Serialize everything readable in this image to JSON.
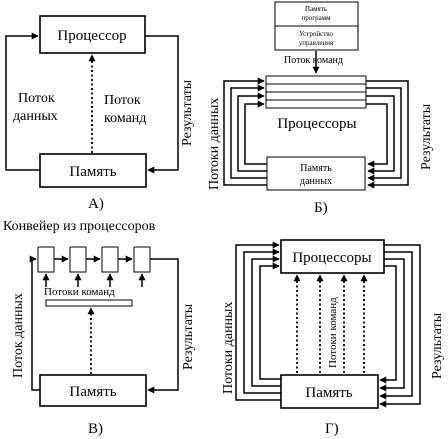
{
  "panel_a": {
    "processor": "Процессор",
    "memory": "Память",
    "data_flow_1": "Поток",
    "data_flow_2": "данных",
    "command_flow_1": "Поток",
    "command_flow_2": "команд",
    "results": "Результаты",
    "caption": "А)"
  },
  "panel_b": {
    "program_memory_1": "Память",
    "program_memory_2": "программ",
    "control_unit_1": "Устройство",
    "control_unit_2": "управления",
    "command_flow": "Поток команд",
    "processors": "Процессоры",
    "data_memory_1": "Память",
    "data_memory_2": "данных",
    "data_flows": "Потоки данных",
    "results": "Результаты",
    "caption": "Б)"
  },
  "panel_c": {
    "title": "Конвейер из процессоров",
    "command_flow": "Потоки команд",
    "data_flow": "Поток данных",
    "memory": "Память",
    "results": "Результаты",
    "caption": "В)"
  },
  "panel_d": {
    "processors": "Процессоры",
    "data_flows": "Потоки данных",
    "command_flows": "Потоки команд",
    "memory": "Память",
    "results": "Результаты",
    "caption": "Г)"
  }
}
